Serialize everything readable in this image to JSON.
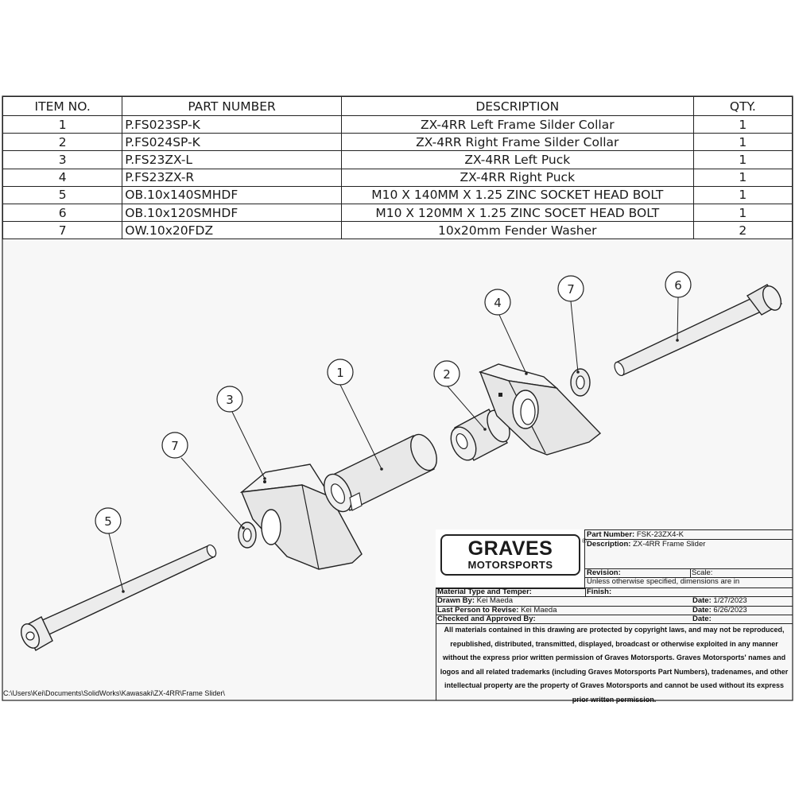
{
  "bom": {
    "headers": {
      "item": "ITEM NO.",
      "part": "PART NUMBER",
      "desc": "DESCRIPTION",
      "qty": "QTY."
    },
    "rows": [
      {
        "item": "1",
        "part": "P.FS023SP-K",
        "desc": "ZX-4RR Left Frame Silder Collar",
        "qty": "1"
      },
      {
        "item": "2",
        "part": "P.FS024SP-K",
        "desc": "ZX-4RR Right Frame Silder Collar",
        "qty": "1"
      },
      {
        "item": "3",
        "part": "P.FS23ZX-L",
        "desc": "ZX-4RR Left Puck",
        "qty": "1"
      },
      {
        "item": "4",
        "part": "P.FS23ZX-R",
        "desc": "ZX-4RR Right Puck",
        "qty": "1"
      },
      {
        "item": "5",
        "part": "OB.10x140SMHDF",
        "desc": "M10 X 140MM X 1.25 ZINC SOCKET HEAD BOLT",
        "qty": "1"
      },
      {
        "item": "6",
        "part": "OB.10x120SMHDF",
        "desc": "M10 X 120MM X 1.25 ZINC SOCET HEAD BOLT",
        "qty": "1"
      },
      {
        "item": "7",
        "part": "OW.10x20FDZ",
        "desc": "10x20mm Fender Washer",
        "qty": "2"
      }
    ]
  },
  "balloons": [
    "1",
    "2",
    "3",
    "4",
    "5",
    "6",
    "7",
    "7"
  ],
  "title_block": {
    "logo_line1": "GRAVES",
    "logo_line2": "MOTORSPORTS",
    "logo_reg": "®",
    "part_number_label": "Part Number:",
    "part_number": "FSK-23ZX4-K",
    "description_label": "Description:",
    "description": "ZX-4RR Frame Slider",
    "revision_label": "Revision:",
    "scale_label": "Scale:",
    "units_note": "Unless otherwise specified, dimensions are in",
    "material_label": "Material Type and Temper:",
    "finish_label": "Finish:",
    "drawn_by_label": "Drawn By:",
    "drawn_by": "Kei Maeda",
    "date_label": "Date:",
    "drawn_date": "1/27/2023",
    "revised_by_label": "Last Person to Revise:",
    "revised_by": "Kei Maeda",
    "revised_date": "6/26/2023",
    "checked_label": "Checked and Approved By:",
    "legal": [
      "All materials contained in this drawing are protected by copyright laws, and may not be reproduced,",
      "republished, distributed, transmitted, displayed, broadcast or otherwise exploited in any manner",
      "without the express prior written permission of Graves Motorsports. Graves Motorsports' names and",
      "logos and all related trademarks (including Graves Motorsports Part Numbers), tradenames, and other",
      "intellectual property are the property of Graves Motorsports and cannot be used without its express",
      "prior written permission."
    ]
  },
  "file_path": "C:\\Users\\Kei\\Documents\\SolidWorks\\Kawasaki\\ZX-4RR\\Frame Slider\\"
}
